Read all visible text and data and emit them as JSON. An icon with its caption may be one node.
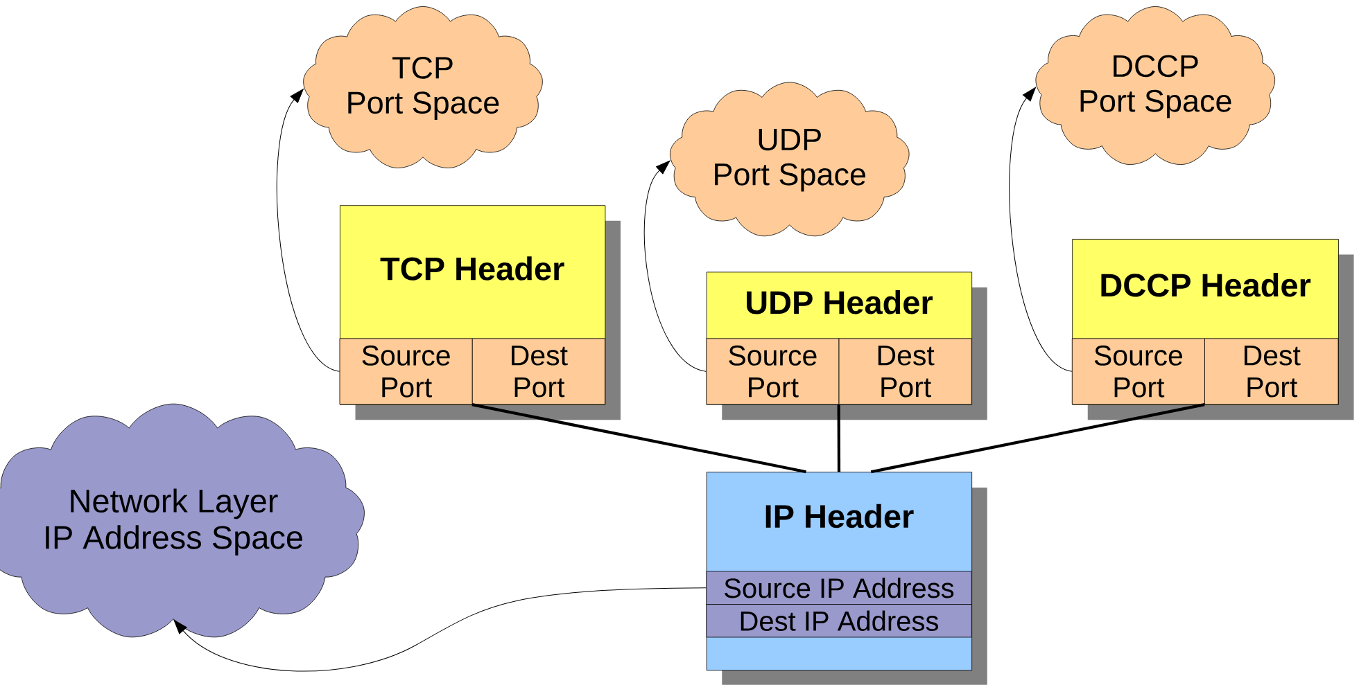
{
  "diagram": {
    "nodes": [
      {
        "text": [
          "TCP Port Space"
        ]
      },
      {
        "text": [
          "UDP Port Space"
        ]
      },
      {
        "text": [
          "DCCP Port Space"
        ]
      },
      {
        "text": [
          "TCP Header"
        ]
      },
      {
        "text": [
          "Source Port"
        ],
        "in": 3
      },
      {
        "text": [
          "Dest Port"
        ],
        "in": 3
      },
      {
        "text": [
          "UDP Header"
        ]
      },
      {
        "text": [
          "Source Port"
        ],
        "in": 6
      },
      {
        "text": [
          "Dest Port"
        ],
        "in": 6
      },
      {
        "text": [
          "DCCP Header"
        ]
      },
      {
        "text": [
          "Source Port"
        ],
        "in": 9
      },
      {
        "text": [
          "Dest Port"
        ],
        "in": 9
      },
      {
        "text": [
          "Network Layer IP Address Space"
        ]
      },
      {
        "text": [
          "IP Header"
        ]
      },
      {
        "text": [
          "Source IP Address"
        ],
        "in": 13
      },
      {
        "text": [
          "Dest IP Address"
        ],
        "in": 13
      }
    ],
    "edges": [
      {
        "from": 4,
        "to": 0,
        "arrow": "to"
      },
      {
        "from": 7,
        "to": 1,
        "arrow": "to"
      },
      {
        "from": 10,
        "to": 2,
        "arrow": "to"
      },
      {
        "from": 5,
        "to": 13,
        "arrow": "none",
        "style": "thick"
      },
      {
        "from": 8,
        "to": 13,
        "arrow": "none",
        "style": "thick"
      },
      {
        "from": 11,
        "to": 13,
        "arrow": "none",
        "style": "thick"
      },
      {
        "from": 14,
        "to": 12,
        "arrow": "to"
      }
    ]
  }
}
